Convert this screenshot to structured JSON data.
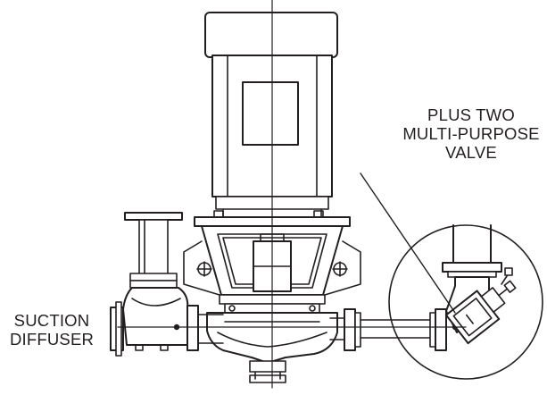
{
  "labels": {
    "valve_line1": "PLUS TWO",
    "valve_line2": "MULTI-PURPOSE",
    "valve_line3": "VALVE",
    "suction_line1": "SUCTION",
    "suction_line2": "DIFFUSER"
  },
  "colors": {
    "ink": "#231f20",
    "background": "#ffffff"
  }
}
